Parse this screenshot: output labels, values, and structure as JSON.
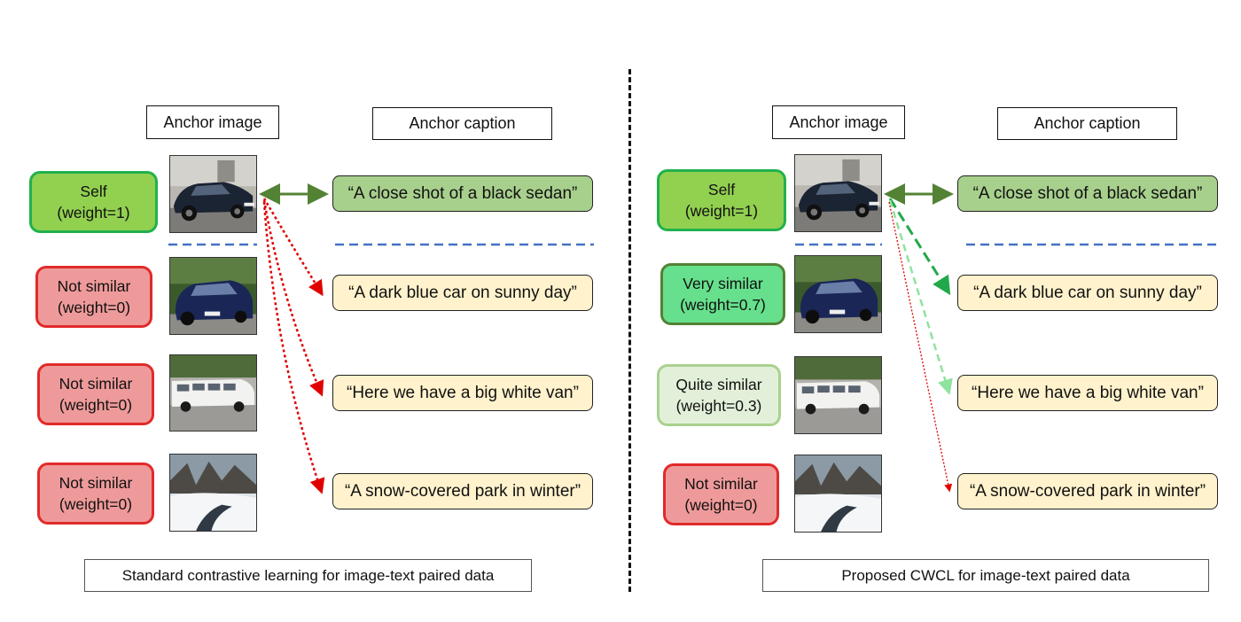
{
  "left_panel": {
    "anchor_image_label": "Anchor image",
    "anchor_caption_label": "Anchor caption",
    "weights": [
      {
        "line1": "Self",
        "line2": "(weight=1)"
      },
      {
        "line1": "Not similar",
        "line2": "(weight=0)"
      },
      {
        "line1": "Not similar",
        "line2": "(weight=0)"
      },
      {
        "line1": "Not similar",
        "line2": "(weight=0)"
      }
    ],
    "captions": [
      "“A close shot of a black sedan”",
      "“A dark blue car on sunny day”",
      "“Here we have a big white van”",
      "“A snow-covered park in winter”"
    ],
    "footer": "Standard contrastive learning for image-text paired data"
  },
  "right_panel": {
    "anchor_image_label": "Anchor image",
    "anchor_caption_label": "Anchor caption",
    "weights": [
      {
        "line1": "Self",
        "line2": "(weight=1)"
      },
      {
        "line1": "Very similar",
        "line2": "(weight=0.7)"
      },
      {
        "line1": "Quite similar",
        "line2": "(weight=0.3)"
      },
      {
        "line1": "Not similar",
        "line2": "(weight=0)"
      }
    ],
    "captions": [
      "“A close shot of a black sedan”",
      "“A dark blue car on sunny day”",
      "“Here we have a big white van”",
      "“A snow-covered park in winter”"
    ],
    "footer": "Proposed CWCL for image-text paired data"
  },
  "images": [
    "black-sedan-photo",
    "blue-car-photo",
    "white-van-photo",
    "snowy-park-photo"
  ],
  "colors": {
    "positive_arrow": "#548235",
    "very_similar_arrow": "#21a84a",
    "quite_similar_arrow": "#8fe39f",
    "negative_arrow": "#e00000",
    "separator": "#4472c4"
  }
}
